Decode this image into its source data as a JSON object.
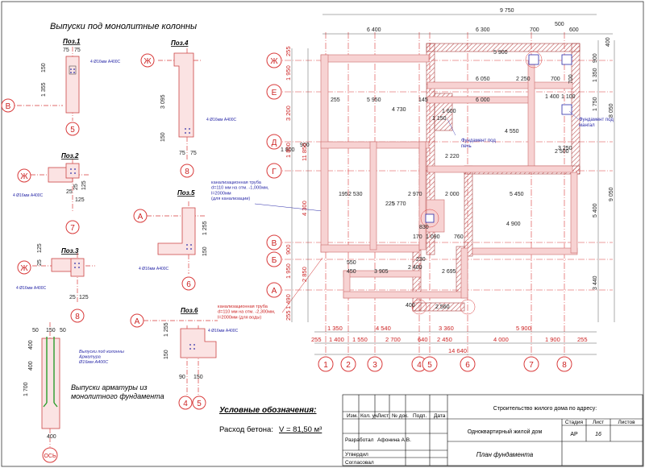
{
  "colors": {
    "axis": "#d93b3b",
    "wall": "#d88",
    "hatch": "#b55",
    "rebar": "#2a9d2a",
    "note": "#2a2aa8",
    "text": "#111"
  },
  "left": {
    "title": "Выпуски под монолитные колонны",
    "poz1": {
      "label": "Поз.1",
      "d1": "75",
      "d2": "75",
      "d3": "150",
      "d4": "1 355",
      "axis_side": "В",
      "axis_bottom": "5",
      "rebar": "4  Ø16мм А400С"
    },
    "poz2": {
      "label": "Поз.2",
      "d1": "25",
      "d2": "125",
      "d3": "25",
      "d4": "125",
      "axis_side": "Ж",
      "axis_bottom": "7",
      "rebar": "4  Ø16мм А400С"
    },
    "poz3": {
      "label": "Поз.3",
      "d1": "25",
      "d2": "125",
      "d3": "25",
      "d4": "125",
      "axis_side": "Ж",
      "axis_bottom": "8",
      "rebar": "4  Ø16мм А400С"
    },
    "poz4": {
      "label": "Поз.4",
      "d1": "3 095",
      "d2": "150",
      "d3": "75",
      "d4": "75",
      "axis_side": "Ж",
      "axis_bottom": "8",
      "rebar": "4  Ø16мм А400С"
    },
    "poz5": {
      "label": "Поз.5",
      "d1": "1 255",
      "d2": "150",
      "axis_side": "А",
      "axis_bottom": "6",
      "rebar": "4  Ø16мм А400С"
    },
    "poz6": {
      "label": "Поз.6",
      "d1": "1 255",
      "d2": "150",
      "d3": "90",
      "d4": "150",
      "axis_side": "А",
      "axis_b1": "4",
      "axis_b2": "5",
      "rebar": "4  Ø16мм А400С"
    },
    "foundation": {
      "d_top1": "50",
      "d_top2": "150",
      "d_top3": "50",
      "d_400a": "400",
      "d_400b": "400",
      "d_1700": "1 700",
      "d_bottom": "400",
      "axis": "ОСЬ",
      "rebar_note": "Выпуски под колонны\nАрматура\nØ16мм А400С",
      "title": "Выпуски арматуры из\nмонолитного фундамента"
    }
  },
  "pipes": {
    "sewer": "канализационная труба\nd=110 мм на отм. -1,000мм,\nl=2000мм\n(для канализации)",
    "water": "канализационная труба\nd=110 мм на отм. -2,300мм,\nl=2000мм (для воды)"
  },
  "legend": {
    "title": "Условные обозначения:",
    "concrete_label": "Расход бетона:",
    "concrete_value": "V = 81,50 м³"
  },
  "plan": {
    "axes_letters": [
      "Ж",
      "Е",
      "Д",
      "Г",
      "В",
      "Б",
      "А"
    ],
    "axes_numbers": [
      "1",
      "2",
      "3",
      "4",
      "5",
      "6",
      "7",
      "8"
    ],
    "top_dims": {
      "total": "9 750",
      "a": "6 400",
      "b": "6 300",
      "c": "700",
      "d": "500",
      "e": "600"
    },
    "inner_labels": [
      "5 900",
      "6 050",
      "5 950",
      "4 730",
      "6 000",
      "1 400",
      "1 100",
      "2 250",
      "4 550",
      "2 220",
      "2 500",
      "3 250",
      "2 530",
      "5 770",
      "2 970",
      "2 000",
      "5 450",
      "4 900",
      "3 905",
      "2 695",
      "2 560",
      "1 150",
      "1 600",
      "700",
      "900",
      "255",
      "195",
      "145",
      "225",
      "450",
      "400",
      "170",
      "830",
      "1 800",
      "2 400",
      "230",
      "1 090",
      "760",
      "550"
    ],
    "left_dims": [
      "255",
      "1 950",
      "3 200",
      "11 850",
      "1 800",
      "4 300",
      "900",
      "1 950",
      "2 850",
      "1 490",
      "255"
    ],
    "right_dims": [
      "900",
      "1 350",
      "1 750",
      "8 050",
      "9 050",
      "5 400",
      "3 440",
      "400",
      "700"
    ],
    "bottom_dims": [
      "1 350",
      "4 540",
      "3 360",
      "5 900",
      "255",
      "1 400",
      "1 550",
      "2 700",
      "640",
      "2 450",
      "4 000",
      "1 900",
      "255",
      "14 640"
    ],
    "notes": {
      "f1": "Фундамент под\nпечь",
      "f2": "Фундамент под\nмангал"
    }
  },
  "title_block": {
    "project": "Строительство жилого дома по адресу:",
    "object": "Одноквартирный жилой дом",
    "sheet_title": "План фундамента",
    "cols": [
      "Изм.",
      "Кол. уч.",
      "Лист",
      "№ док.",
      "Подп.",
      "Дата"
    ],
    "stage_h": "Стадия",
    "sheet_h": "Лист",
    "sheets_h": "Листов",
    "stage": "АР",
    "sheet": "16",
    "sheets": "",
    "rows": [
      {
        "role": "Разработал",
        "name": "Афонина А.В."
      },
      {
        "role": "Утвердил",
        "name": ""
      },
      {
        "role": "Согласовал",
        "name": ""
      }
    ]
  }
}
